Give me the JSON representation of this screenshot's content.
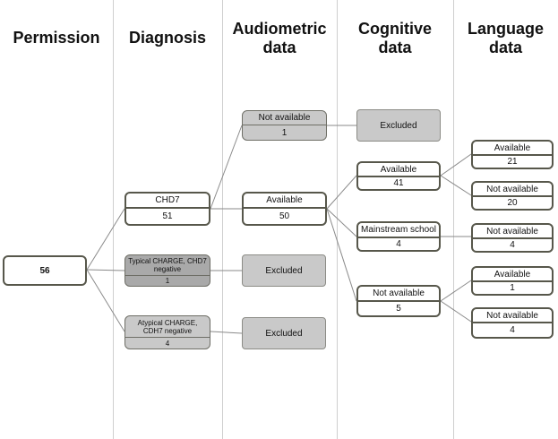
{
  "columns": {
    "permission": "Permission",
    "diagnosis": "Diagnosis",
    "audiometric": [
      "Audiometric",
      "data"
    ],
    "cognitive": [
      "Cognitive",
      "data"
    ],
    "language": [
      "Language",
      "data"
    ]
  },
  "nodes": {
    "root": "56",
    "chd7": {
      "label": "CHD7",
      "count": "51"
    },
    "typical": {
      "label": "Typical CHARGE, CHD7 negative",
      "count": "1"
    },
    "atypical": {
      "label": "Atypical CHARGE, CDH7 negative",
      "count": "4"
    },
    "audio_na": {
      "label": "Not available",
      "count": "1"
    },
    "audio_av": {
      "label": "Available",
      "count": "50"
    },
    "audio_excl_typical": "Excluded",
    "audio_excl_atypical": "Excluded",
    "cog_excl": "Excluded",
    "cog_av": {
      "label": "Available",
      "count": "41"
    },
    "cog_ms": {
      "label": "Mainstream school",
      "count": "4"
    },
    "cog_na": {
      "label": "Not available",
      "count": "5"
    },
    "lang_av1": {
      "label": "Available",
      "count": "21"
    },
    "lang_na1": {
      "label": "Not available",
      "count": "20"
    },
    "lang_na2": {
      "label": "Not available",
      "count": "4"
    },
    "lang_av3": {
      "label": "Available",
      "count": "1"
    },
    "lang_na3": {
      "label": "Not available",
      "count": "4"
    }
  },
  "colors": {
    "border": "#57574b",
    "excluded_fill": "#c9c9c9",
    "typical_fill": "#a9a9a9",
    "line": "#8a8a8a"
  }
}
